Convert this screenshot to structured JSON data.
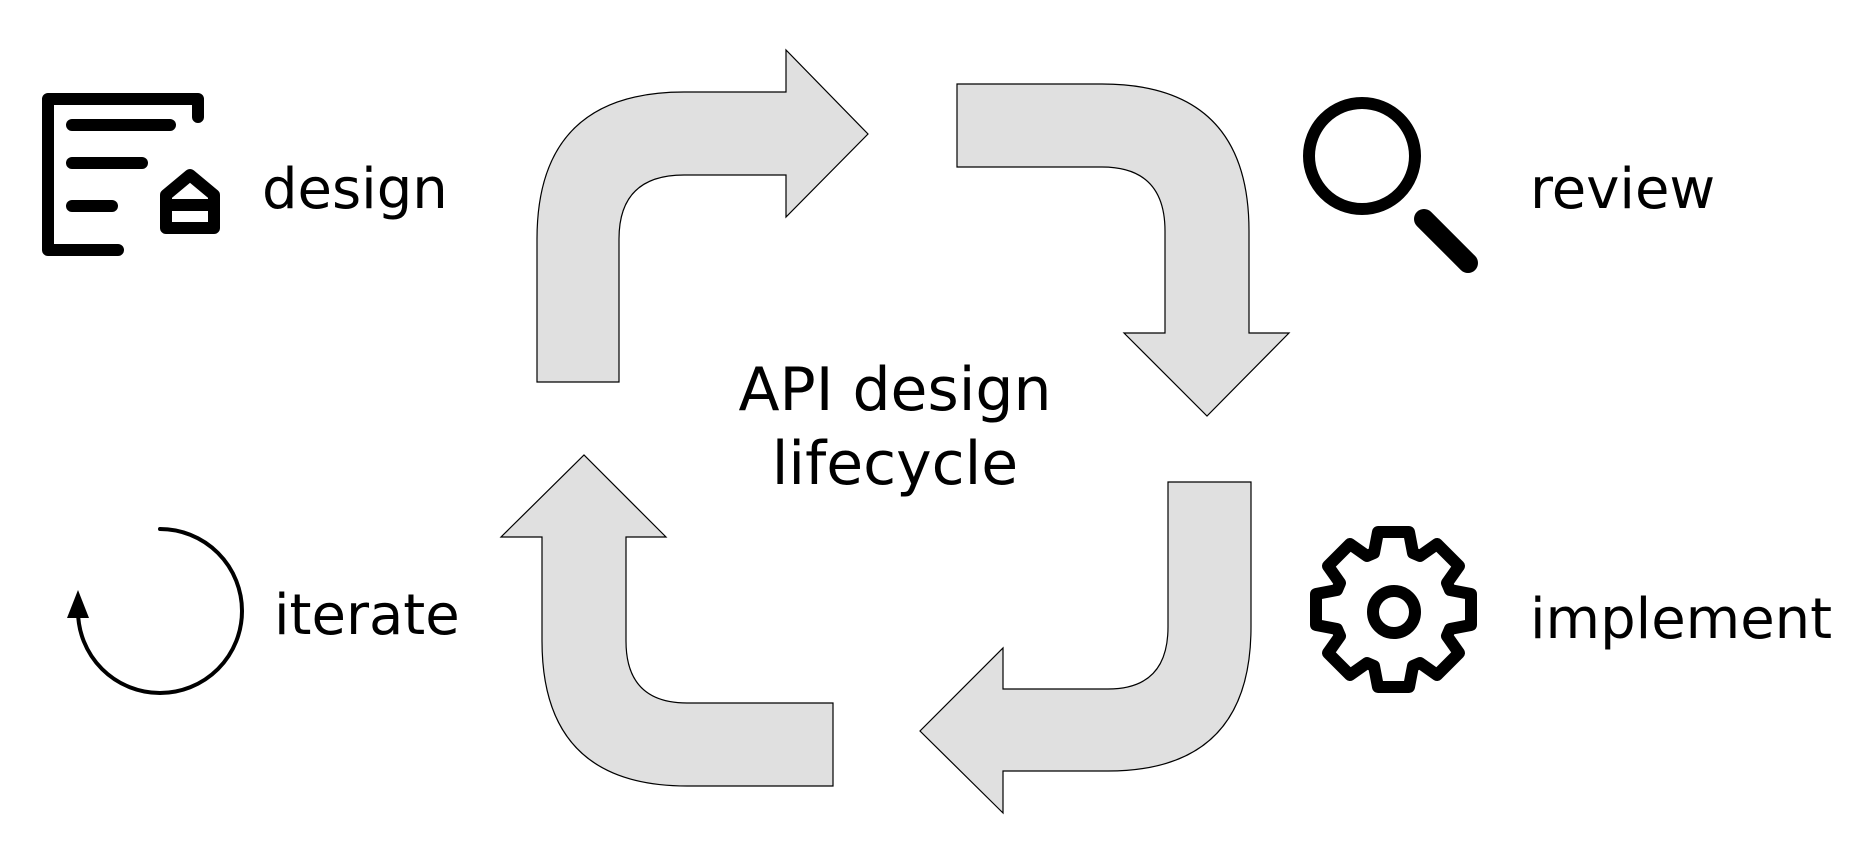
{
  "diagram": {
    "center_title": {
      "line1": "API design",
      "line2": "lifecycle"
    },
    "stages": [
      {
        "label": "design",
        "icon": "document-edit-icon"
      },
      {
        "label": "review",
        "icon": "magnifier-icon"
      },
      {
        "label": "implement",
        "icon": "gear-icon"
      },
      {
        "label": "iterate",
        "icon": "circular-arrow-icon"
      }
    ],
    "colors": {
      "arrow_fill": "#e0e0e0",
      "arrow_stroke": "#000000",
      "icon": "#000000",
      "text": "#000000",
      "background": "#ffffff"
    }
  }
}
